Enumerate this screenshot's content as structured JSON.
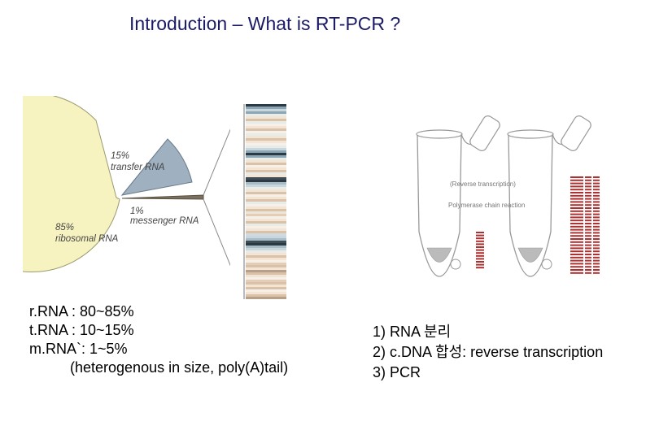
{
  "title": "Introduction – What is RT-PCR ?",
  "pie": {
    "slices": [
      {
        "pct_label": "15%",
        "name": "transfer RNA",
        "value": 15,
        "color": "#9fb0c0"
      },
      {
        "pct_label": "1%",
        "name": "messenger RNA",
        "value": 1,
        "color": "#7a7060"
      },
      {
        "pct_label": "85%",
        "name": "ribosomal RNA",
        "value": 85,
        "color": "#f6f3c0"
      }
    ]
  },
  "tube_labels": {
    "reverse": "(Reverse transcription)",
    "pcr": "Polymerase chain reaction"
  },
  "left_notes": [
    "r.RNA : 80~85%",
    "t.RNA : 10~15%",
    "m.RNA`: 1~5%",
    "(heterogenous in size, poly(A)tail)"
  ],
  "right_steps": [
    "1) RNA 분리",
    "2) c.DNA 합성: reverse transcription",
    "3) PCR"
  ]
}
